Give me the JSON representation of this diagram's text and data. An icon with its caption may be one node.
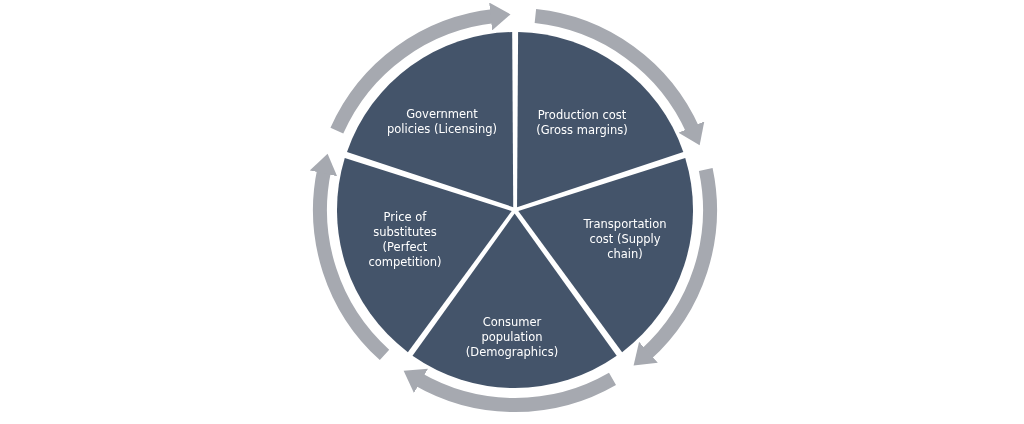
{
  "diagram": {
    "nodes": [
      {
        "text": [
          "Government policies (Licensing)"
        ]
      },
      {
        "text": [
          "Production  cost (Gross margins)"
        ]
      },
      {
        "text": [
          "Transportation cost (Supply chain)"
        ]
      },
      {
        "text": [
          "Consumer population (Demographics)"
        ]
      },
      {
        "text": [
          "Price of substitutes (Perfect competition)"
        ]
      }
    ]
  }
}
